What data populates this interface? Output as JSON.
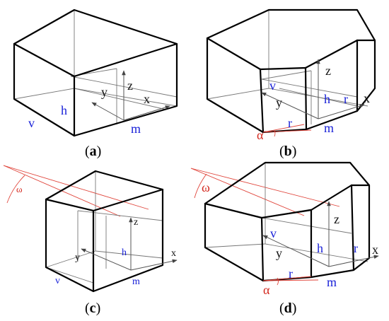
{
  "captions": {
    "a": {
      "open": "(",
      "letter": "a",
      "close": ")"
    },
    "b": {
      "open": "(",
      "letter": "b",
      "close": ")"
    },
    "c": {
      "open": "(",
      "letter": "c",
      "close": ")"
    },
    "d": {
      "open": "(",
      "letter": "d",
      "close": ")"
    }
  },
  "labels": {
    "h": "h",
    "v": "v",
    "m": "m",
    "r": "r",
    "x": "x",
    "y": "y",
    "z": "z",
    "alpha": "α",
    "omega": "ω"
  },
  "colors": {
    "blue_label": "#1a22d8",
    "red": "#e0443a",
    "edge": "#000000"
  }
}
